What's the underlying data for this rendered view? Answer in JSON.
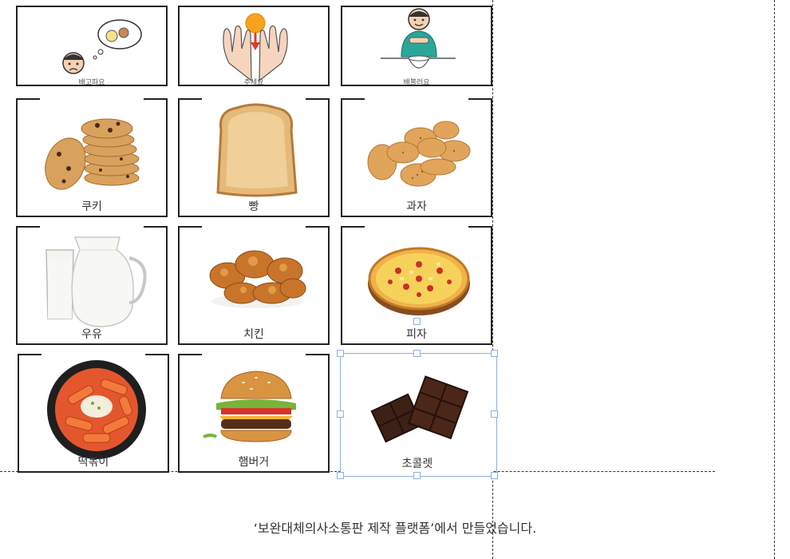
{
  "cards": [
    {
      "label": "배고파요",
      "icon": "hungry-icon"
    },
    {
      "label": "주세요",
      "icon": "give-me-icon"
    },
    {
      "label": "배불러요",
      "icon": "full-icon"
    },
    {
      "label": "쿠키",
      "icon": "cookie-icon"
    },
    {
      "label": "빵",
      "icon": "bread-icon"
    },
    {
      "label": "과자",
      "icon": "crackers-icon"
    },
    {
      "label": "우유",
      "icon": "milk-icon"
    },
    {
      "label": "치킨",
      "icon": "chicken-icon"
    },
    {
      "label": "피자",
      "icon": "pizza-icon"
    },
    {
      "label": "떡볶이",
      "icon": "tteokbokki-icon"
    },
    {
      "label": "햄버거",
      "icon": "hamburger-icon"
    },
    {
      "label": "초콜렛",
      "icon": "chocolate-icon"
    }
  ],
  "footer": {
    "text": "‘보완대체의사소통판 제작 플랫폼’에서 만들었습니다."
  },
  "colors": {
    "border": "#222222",
    "selection": "#8fb0e0"
  }
}
